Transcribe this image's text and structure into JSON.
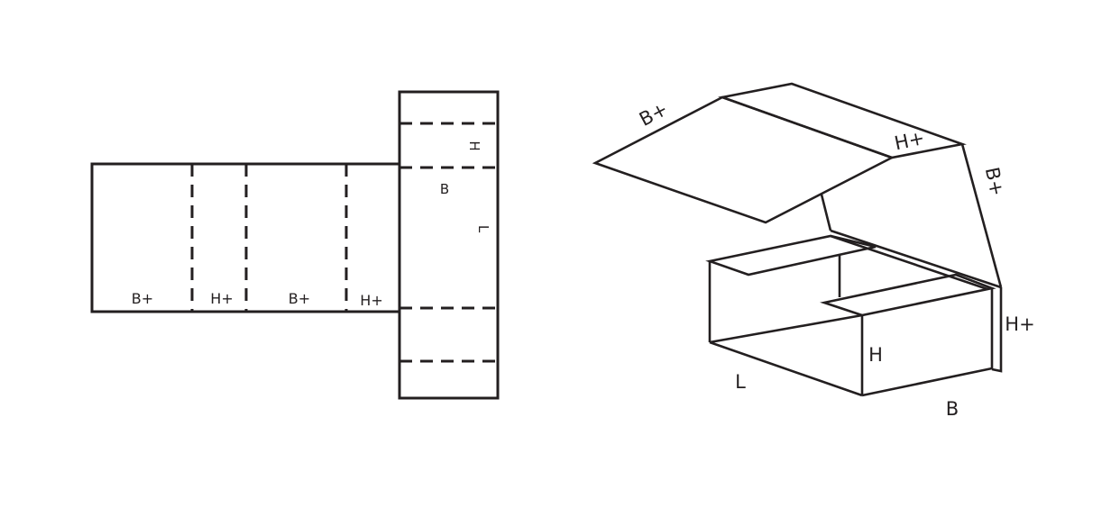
{
  "diagram": {
    "flat_layout": {
      "panel_labels": [
        "B+",
        "H+",
        "B+",
        "H+"
      ],
      "lid_labels": {
        "top_flap": "H",
        "lid_width": "B",
        "lid_length": "L"
      }
    },
    "folded_box": {
      "top_labels": {
        "lid_front": "B+",
        "lid_side": "H+",
        "lid_right": "B+"
      },
      "body_labels": {
        "length": "L",
        "height": "H",
        "width": "B",
        "flap": "H+"
      }
    }
  }
}
